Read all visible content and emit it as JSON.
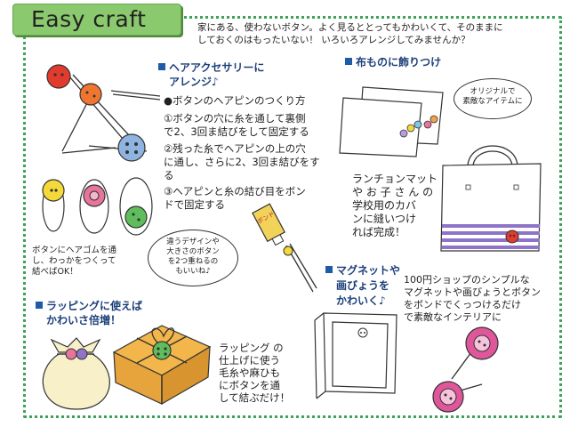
{
  "header": {
    "title": "Easy craft",
    "intro": [
      "家にある、使わないボタン。よく見るととってもかわいくて、そのままに",
      "しておくのはもったいない！ いろいろアレンジしてみませんか？"
    ]
  },
  "hair": {
    "heading": [
      "ヘアアクセサリーに",
      "アレンジ♪"
    ],
    "subheading": "●ボタンのヘアピンのつくり方",
    "step1": [
      "①ボタンの穴に糸を通して裏側",
      "で2、3回ま結びをして固定する"
    ],
    "step2": [
      "②残った糸でヘアピンの上の穴",
      "に通し、さらに2、3回ま結びをす",
      "る"
    ],
    "step3": [
      "③ヘアピンと糸の結び目をボン",
      "ドで固定する"
    ],
    "glue_label": "ボンド",
    "bubble": [
      "違うデザインや",
      "大きさのボタン",
      "を2つ重ねるの",
      "もいいね♪"
    ],
    "elastic_note": [
      "ボタンにヘアゴムを通",
      "し、わっかをつくって",
      "結べばOK！"
    ]
  },
  "cloth": {
    "heading": "布ものに飾りつけ",
    "bubble": [
      "オリジナルで",
      "素敵なアイテムに"
    ],
    "text": [
      "ランチョンマット",
      "や お 子 さ ん の",
      "学校用のカバ",
      "ンに縫いつけ",
      "れば完成！"
    ]
  },
  "wrap": {
    "heading": [
      "ラッピングに使えば",
      "かわいさ倍増！"
    ],
    "text": [
      "ラッピング の",
      "仕上げに使う",
      "毛糸や麻ひも",
      "にボタンを通",
      "して結ぶだけ！"
    ]
  },
  "magnet": {
    "heading": [
      "マグネットや",
      "画びょうを",
      "かわいく♪"
    ],
    "text": [
      "100円ショップのシンプルな",
      "マグネットや画びょうとボタン",
      "をボンドでくっつけるだけ",
      "で素敵なインテリアに"
    ]
  }
}
